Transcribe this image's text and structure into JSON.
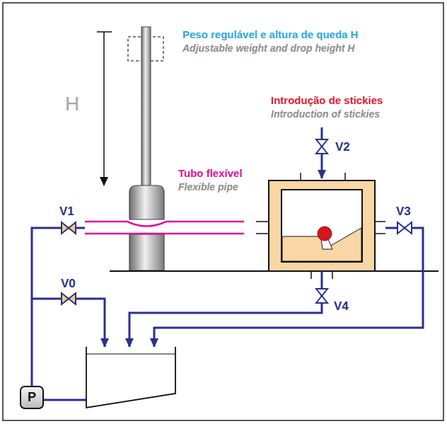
{
  "diagram": {
    "nodes": [
      {
        "text": [
          "P"
        ]
      }
    ],
    "labels": [
      "H",
      "Peso regulável e altura de queda H",
      "Adjustable weight and drop height H",
      "Tubo flexível",
      "Flexible pipe",
      "Introdução de stickies",
      "Introduction of stickies",
      "V2",
      "V1",
      "V3",
      "V0",
      "V4"
    ]
  }
}
